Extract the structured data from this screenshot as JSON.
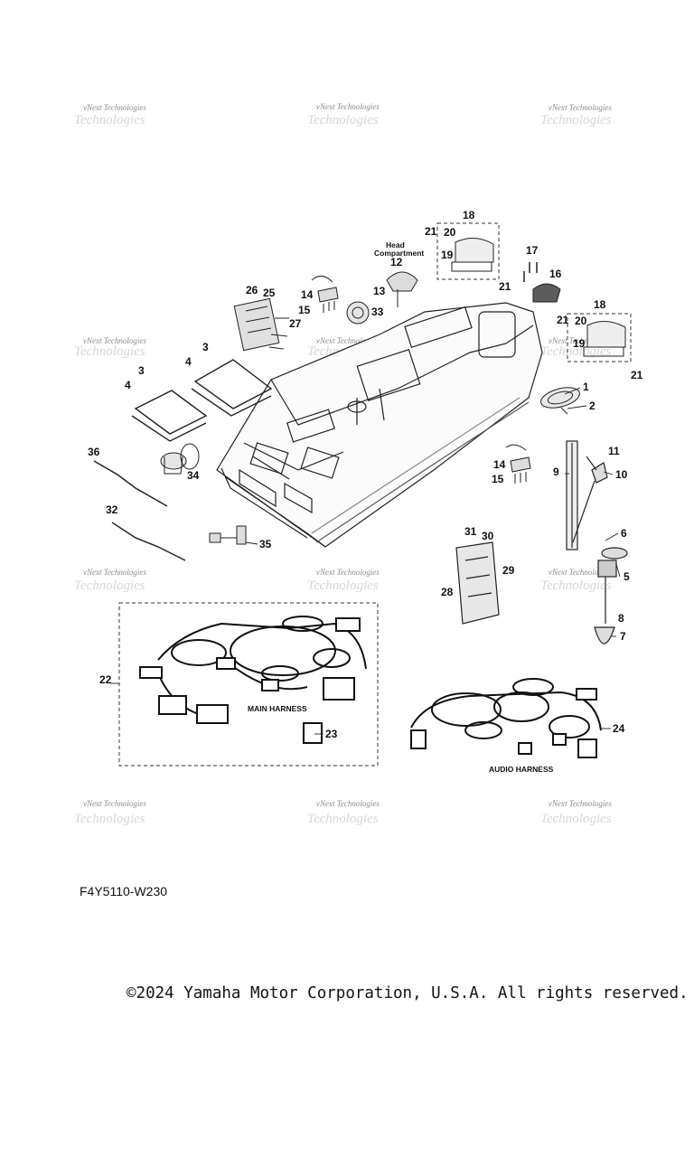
{
  "watermark": "vNext Technologies",
  "callouts": [
    "1",
    "2",
    "3",
    "3",
    "4",
    "4",
    "5",
    "6",
    "7",
    "8",
    "9",
    "10",
    "11",
    "12",
    "13",
    "14",
    "14",
    "15",
    "15",
    "16",
    "17",
    "18",
    "18",
    "19",
    "19",
    "20",
    "20",
    "21",
    "21",
    "21",
    "21",
    "22",
    "23",
    "24",
    "25",
    "26",
    "27",
    "28",
    "29",
    "30",
    "31",
    "32",
    "33",
    "34",
    "35",
    "36"
  ],
  "notes": {
    "head_compartment_line1": "Head",
    "head_compartment_line2": "Compartment",
    "main_harness": "MAIN HARNESS",
    "audio_harness": "AUDIO HARNESS"
  },
  "part_code": "F4Y5110-W230",
  "copyright": "©2024 Yamaha Motor Corporation, U.S.A. All rights reserved."
}
